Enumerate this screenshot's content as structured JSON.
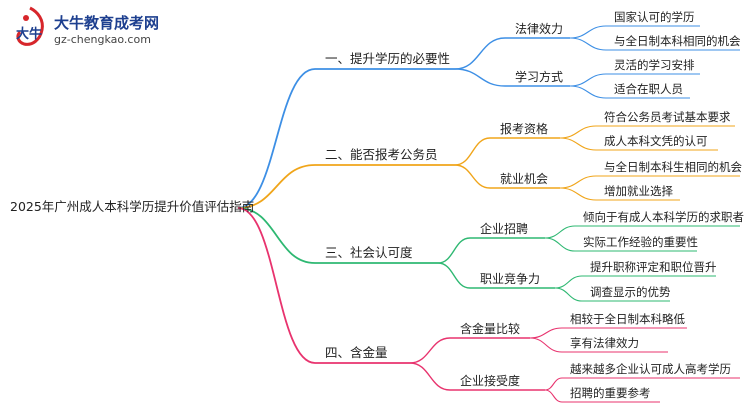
{
  "logo": {
    "title": "大牛教育成考网",
    "url": "gz-chengkao.com",
    "mark_text": "大牛"
  },
  "root": {
    "label": "2025年广州成人本科学历提升价值评估指南"
  },
  "branches": [
    {
      "label": "一、提升学历的必要性",
      "color": "#3d8fe5",
      "children": [
        {
          "label": "法律效力",
          "children": [
            "国家认可的学历",
            "与全日制本科相同的机会"
          ]
        },
        {
          "label": "学习方式",
          "children": [
            "灵活的学习安排",
            "适合在职人员"
          ]
        }
      ]
    },
    {
      "label": "二、能否报考公务员",
      "color": "#f0a51a",
      "children": [
        {
          "label": "报考资格",
          "children": [
            "符合公务员考试基本要求",
            "成人本科文凭的认可"
          ]
        },
        {
          "label": "就业机会",
          "children": [
            "与全日制本科生相同的机会",
            "增加就业选择"
          ]
        }
      ]
    },
    {
      "label": "三、社会认可度",
      "color": "#2eb872",
      "children": [
        {
          "label": "企业招聘",
          "children": [
            "倾向于有成人本科学历的求职者",
            "实际工作经验的重要性"
          ]
        },
        {
          "label": "职业竞争力",
          "children": [
            "提升职称评定和职位晋升",
            "调查显示的优势"
          ]
        }
      ]
    },
    {
      "label": "四、含金量",
      "color": "#e8336e",
      "children": [
        {
          "label": "含金量比较",
          "children": [
            "相较于全日制本科略低",
            "享有法律效力"
          ]
        },
        {
          "label": "企业接受度",
          "children": [
            "越来越多企业认可成人高考学历",
            "招聘的重要参考"
          ]
        }
      ]
    }
  ]
}
